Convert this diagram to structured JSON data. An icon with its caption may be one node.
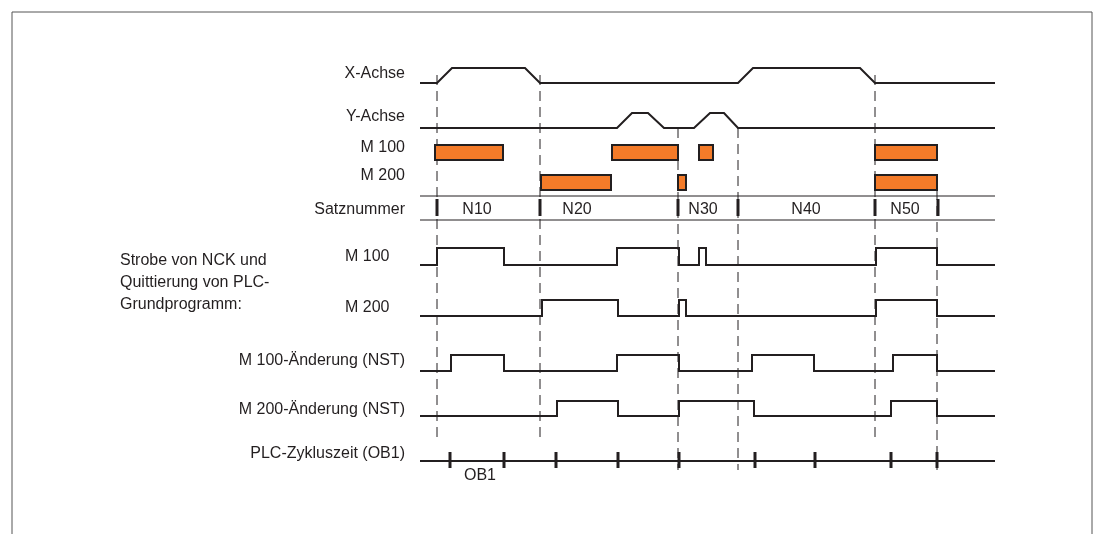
{
  "diagram": {
    "labels": [
      "X-Achse",
      "Y-Achse",
      "M 100",
      "M 200",
      "Satznummer",
      "N10",
      "N20",
      "N30",
      "N40",
      "N50",
      "Strobe von NCK und Quittierung von PLC-Grundprogramm:",
      "M 100",
      "M 200",
      "M 100-Änderung (NST)",
      "M 200-Änderung (NST)",
      "PLC-Zykluszeit (OB1)",
      "OB1"
    ]
  }
}
